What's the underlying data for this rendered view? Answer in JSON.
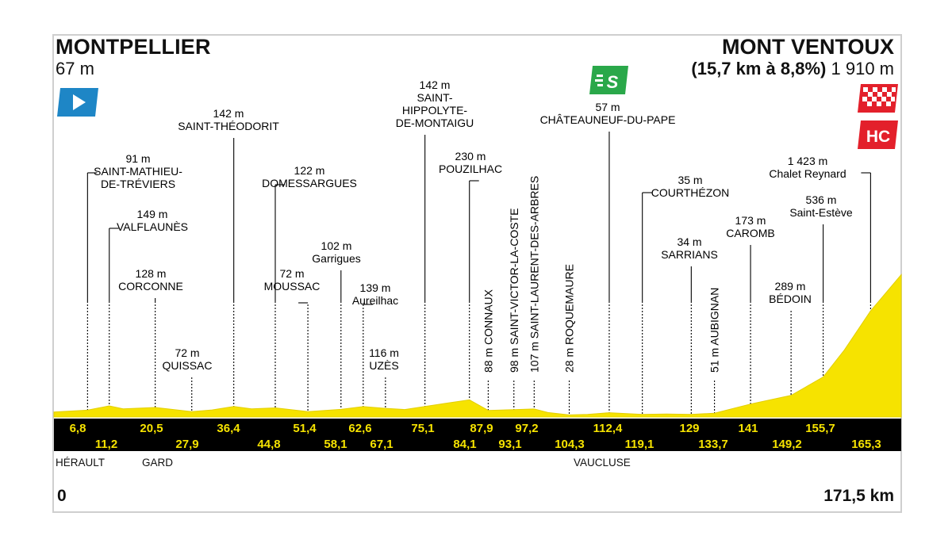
{
  "header": {
    "start_name": "MONTPELLIER",
    "start_altitude": "67 m",
    "finish_name": "MONT VENTOUX",
    "finish_climb": "(15,7 km à 8,8%)",
    "finish_altitude": "1 910 m"
  },
  "footer": {
    "start_distance": "0",
    "total_distance": "171,5 km"
  },
  "regions": [
    "HÉRAULT",
    "GARD",
    "VAUCLUSE"
  ],
  "badges": {
    "sprint_letter": "S",
    "climb_category": "HC"
  },
  "colors": {
    "profile_fill": "#f6e300",
    "ground_bar": "#000000",
    "distance_text": "#f6e300",
    "start_flag": "#1e86c6",
    "sprint_badge": "#2aa84a",
    "climb_badge": "#e3202b"
  },
  "chart_data": {
    "type": "area",
    "x_unit": "km",
    "distance_labels": [
      "6,8",
      "11,2",
      "20,5",
      "27,9",
      "36,4",
      "44,8",
      "51,4",
      "58,1",
      "62,6",
      "67,1",
      "75,1",
      "84,1",
      "87,9",
      "93,1",
      "97,2",
      "104,3",
      "112,4",
      "119,1",
      "129",
      "133,7",
      "141",
      "149,2",
      "155,7",
      "165,3"
    ],
    "waypoints": [
      {
        "km": 6.8,
        "name": "SAINT-MATHIEU-DE-TRÉVIERS",
        "lines": [
          "SAINT-MATHIEU-",
          "DE-TRÉVIERS"
        ],
        "alt": "91 m",
        "vertical": false
      },
      {
        "km": 11.2,
        "name": "VALFLAUNÈS",
        "lines": [
          "VALFLAUNÈS"
        ],
        "alt": "149 m",
        "vertical": false
      },
      {
        "km": 20.5,
        "name": "CORCONNE",
        "lines": [
          "CORCONNE"
        ],
        "alt": "128 m",
        "vertical": false
      },
      {
        "km": 27.9,
        "name": "QUISSAC",
        "lines": [
          "QUISSAC"
        ],
        "alt": "72 m",
        "vertical": false
      },
      {
        "km": 36.4,
        "name": "SAINT-THÉODORIT",
        "lines": [
          "SAINT-THÉODORIT"
        ],
        "alt": "142 m",
        "vertical": false
      },
      {
        "km": 44.8,
        "name": "DOMESSARGUES",
        "lines": [
          "DOMESSARGUES"
        ],
        "alt": "122 m",
        "vertical": false
      },
      {
        "km": 51.4,
        "name": "MOUSSAC",
        "lines": [
          "MOUSSAC"
        ],
        "alt": "72 m",
        "vertical": false
      },
      {
        "km": 58.1,
        "name": "Garrigues",
        "lines": [
          "Garrigues"
        ],
        "alt": "102 m",
        "vertical": false
      },
      {
        "km": 62.6,
        "name": "Aureilhac",
        "lines": [
          "Aureilhac"
        ],
        "alt": "139 m",
        "vertical": false
      },
      {
        "km": 67.1,
        "name": "UZÈS",
        "lines": [
          "UZÈS"
        ],
        "alt": "116 m",
        "vertical": false
      },
      {
        "km": 75.1,
        "name": "SAINT-HIPPOLYTE-DE-MONTAIGU",
        "lines": [
          "SAINT-",
          "HIPPOLYTE-",
          "DE-MONTAIGU"
        ],
        "alt": "142 m",
        "vertical": false
      },
      {
        "km": 84.1,
        "name": "POUZILHAC",
        "lines": [
          "POUZILHAC"
        ],
        "alt": "230 m",
        "vertical": false
      },
      {
        "km": 87.9,
        "name": "CONNAUX",
        "text": "88 m CONNAUX",
        "vertical": true
      },
      {
        "km": 93.1,
        "name": "SAINT-VICTOR-LA-COSTE",
        "text": "98 m SAINT-VICTOR-LA-COSTE",
        "vertical": true
      },
      {
        "km": 97.2,
        "name": "SAINT-LAURENT-DES-ARBRES",
        "text": "107 m SAINT-LAURENT-DES-ARBRES",
        "vertical": true
      },
      {
        "km": 104.3,
        "name": "ROQUEMAURE",
        "text": "28 m ROQUEMAURE",
        "vertical": true
      },
      {
        "km": 112.4,
        "name": "CHÂTEAUNEUF-DU-PAPE",
        "lines": [
          "CHÂTEAUNEUF-DU-PAPE"
        ],
        "alt": "57 m",
        "vertical": false,
        "sprint": true
      },
      {
        "km": 119.1,
        "name": "COURTHÉZON",
        "lines": [
          "COURTHÉZON"
        ],
        "alt": "35 m",
        "vertical": false
      },
      {
        "km": 129,
        "name": "SARRIANS",
        "lines": [
          "SARRIANS"
        ],
        "alt": "34 m",
        "vertical": false
      },
      {
        "km": 133.7,
        "name": "AUBIGNAN",
        "text": "51 m AUBIGNAN",
        "vertical": true
      },
      {
        "km": 141,
        "name": "CAROMB",
        "lines": [
          "CAROMB"
        ],
        "alt": "173 m",
        "vertical": false
      },
      {
        "km": 149.2,
        "name": "BÉDOIN",
        "lines": [
          "BÉDOIN"
        ],
        "alt": "289 m",
        "vertical": false
      },
      {
        "km": 155.7,
        "name": "Saint-Estève",
        "lines": [
          "Saint-Estève"
        ],
        "alt": "536 m",
        "vertical": false
      },
      {
        "km": 165.3,
        "name": "Chalet Reynard",
        "lines": [
          "Chalet Reynard"
        ],
        "alt": "1 423 m",
        "vertical": false
      }
    ],
    "profile": [
      [
        0,
        67
      ],
      [
        6.8,
        91
      ],
      [
        11.2,
        149
      ],
      [
        14,
        110
      ],
      [
        20.5,
        128
      ],
      [
        27.9,
        72
      ],
      [
        32,
        95
      ],
      [
        36.4,
        142
      ],
      [
        40,
        110
      ],
      [
        44.8,
        122
      ],
      [
        51.4,
        72
      ],
      [
        58.1,
        102
      ],
      [
        62.6,
        139
      ],
      [
        67.1,
        116
      ],
      [
        71,
        100
      ],
      [
        75.1,
        142
      ],
      [
        80,
        190
      ],
      [
        84.1,
        230
      ],
      [
        87.9,
        88
      ],
      [
        93.1,
        98
      ],
      [
        97.2,
        107
      ],
      [
        100,
        60
      ],
      [
        104.3,
        28
      ],
      [
        108,
        35
      ],
      [
        112.4,
        57
      ],
      [
        119.1,
        35
      ],
      [
        124,
        40
      ],
      [
        129,
        34
      ],
      [
        133.7,
        51
      ],
      [
        141,
        173
      ],
      [
        149.2,
        289
      ],
      [
        155.7,
        536
      ],
      [
        160,
        900
      ],
      [
        165.3,
        1423
      ],
      [
        171.5,
        1910
      ]
    ],
    "ylim": [
      0,
      2000
    ],
    "xlim": [
      0,
      171.5
    ]
  }
}
